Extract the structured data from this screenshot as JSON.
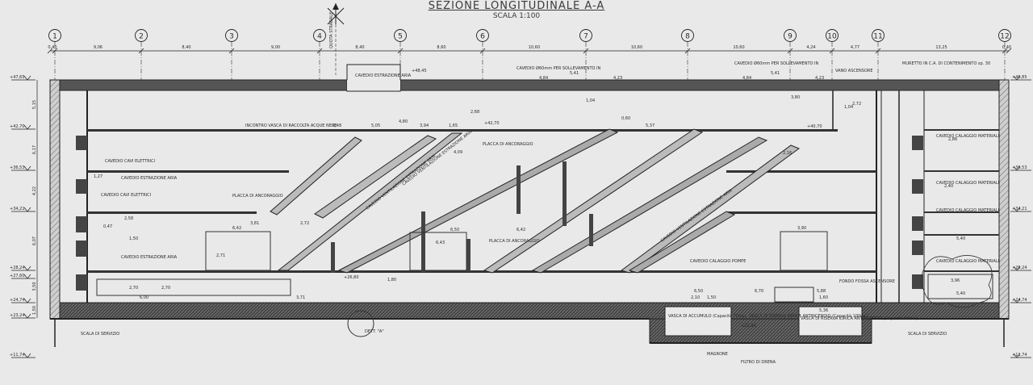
{
  "drawing": {
    "title": "SEZIONE LONGITUDINALE A-A",
    "scale": "SCALA 1:100"
  },
  "grid": {
    "axes": [
      {
        "id": "ax-1",
        "label": "1"
      },
      {
        "id": "ax-2",
        "label": "2"
      },
      {
        "id": "ax-3",
        "label": "3"
      },
      {
        "id": "ax-4",
        "label": "4"
      },
      {
        "id": "ax-5",
        "label": "5"
      },
      {
        "id": "ax-6",
        "label": "6"
      },
      {
        "id": "ax-7",
        "label": "7"
      },
      {
        "id": "ax-8",
        "label": "8"
      },
      {
        "id": "ax-9",
        "label": "9"
      },
      {
        "id": "ax-10",
        "label": "10"
      },
      {
        "id": "ax-11",
        "label": "11"
      },
      {
        "id": "ax-12",
        "label": "12"
      }
    ],
    "spans": [
      "0,40",
      "9,06",
      "8,40",
      "9,00",
      "8,40",
      "8,60",
      "10,60",
      "10,60",
      "10,60",
      "4,24",
      "4,77",
      "13,25",
      "0,40"
    ]
  },
  "levels": {
    "left": [
      "+47,65",
      "+42,70",
      "+36,53",
      "+34,21",
      "+28,24",
      "+27,60",
      "+24,74",
      "+23,24",
      "+11,74"
    ],
    "right": [
      "+46,85",
      "+36,53",
      "+34,21",
      "+28,24",
      "+24,74",
      "+11,74"
    ],
    "heights": [
      "5,15",
      "6,17",
      "4,22",
      "6,07",
      "3,50",
      "1,50"
    ]
  },
  "labels": {
    "ventilazione": "CAVEDIO VENTILAZIONE ESTRAZIONE ARIA",
    "estrazione_top": "CAVEDIO ESTRAZIONE ARIA",
    "cavi_1": "CAVEDIO CAVI ELETTRICI",
    "cavi_2": "CAVEDIO CAVI ELETTRICI",
    "estr_1": "CAVEDIO ESTRAZIONE ARIA",
    "estr_2": "CAVEDIO ESTRAZIONE ARIA",
    "placca_1": "PLACCA DI ANCORAGGIO",
    "placca_2": "PLACCA DI ANCORAGGIO",
    "placca_3": "PLACCA DI ANCORAGGIO",
    "incontro": "INCONTRO VASCA DI RACCOLTA ACQUE NERE",
    "pompe": "CAVEDIO CALAGGIO POMPE",
    "calaggio": "CAVEDIO CALAGGIO MATERIALI",
    "ascensore": "VANO ASCENSORE",
    "muretto": "MURETTO IN C.A. DI CONTENIMENTO sp. 30",
    "fondo_fossa": "FONDO FOSSA ASCENSORE",
    "vasca_1": "VASCA DI ACCUMULO (Capacità 70mc)",
    "vasca_2": "VASCA DI RISERVA IDRICA ANTINCENDIO (Capacità 100mc)",
    "vasca_3": "VASCA DI RISERVA IDRICA ANTINCENDIO (Capacità 90mc)",
    "scala_sx": "SCALA DI SERVIZIO",
    "scala_dx": "SCALA DI SERVIZIO",
    "dett": "DETT. \"A\"",
    "filtro": "FILTRO DI DRENA",
    "magrone": "MAGRONE",
    "north_sub": "QUOTA STRADALE",
    "cavedio_460": "CAVEDIO Ø60mm PER SOLLEVAMENTO IN",
    "quota_1": "+48,45",
    "quota_2": "+42,70",
    "quota_3": "+40,70",
    "quota_4": "+26,80",
    "quota_5": "+21,94"
  },
  "dims": {
    "d1": "4,84",
    "d2": "5,41",
    "d3": "4,23",
    "d4": "4,84",
    "d5": "5,41",
    "d6": "4,23",
    "d7": "5,05",
    "d8": "3,94",
    "d9": "1,65",
    "d10": "5,37",
    "d11": "4,09",
    "d12": "6,42",
    "d13": "6,43",
    "d14": "6,50",
    "d15": "6,42",
    "d16": "3,90",
    "d17": "5,40",
    "d18": "5,40",
    "d19": "6,50",
    "d20": "6,70",
    "d21": "5,88",
    "d22": "6,00",
    "d23": "3,71",
    "d24": "2,70",
    "d25": "2,70",
    "d26": "1,50",
    "d27": "2,58",
    "d28": "1,27",
    "d29": "5,36",
    "d30": "2,86",
    "d31": "2,40",
    "d32": "3,96",
    "d33": "2,71",
    "d34": "3,81",
    "d35": "2,72",
    "d36": "1,80",
    "d37": "1,60",
    "d38": "2,10",
    "d39": "1,50",
    "d40": "1,04",
    "d41": "2,68",
    "d42": "3,48",
    "d43": "4,80",
    "d44": "0,60",
    "d45": "1,04",
    "d46": "3,80",
    "d47": "2,72",
    "d48": "0,47",
    "d49": "2,16"
  }
}
